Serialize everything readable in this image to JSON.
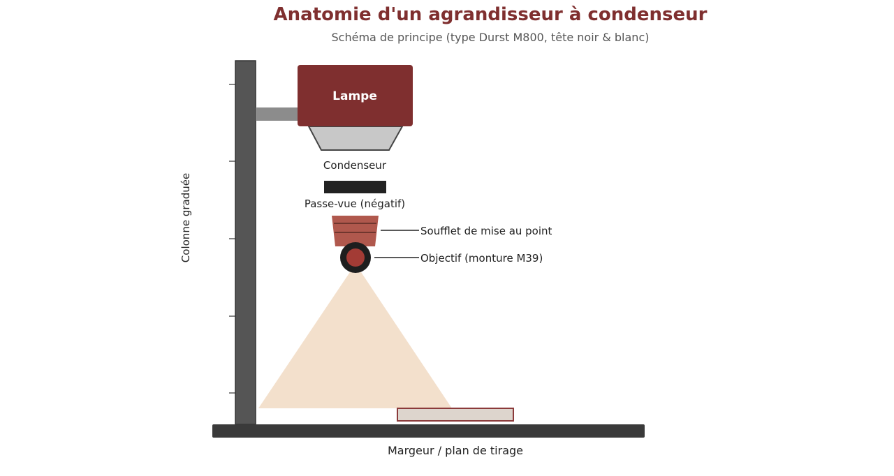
{
  "title": "Anatomie d'un agrandisseur à condenseur",
  "subtitle": "Schéma de principe (type Durst M800, tête noir & blanc)",
  "labels": {
    "lamp": "Lampe",
    "condenser": "Condenseur",
    "negative_carrier": "Passe-vue (négatif)",
    "bellows": "Soufflet de mise au point",
    "lens": "Objectif (monture M39)",
    "column": "Colonne graduée",
    "easel": "Margeur / plan de tirage"
  },
  "colors": {
    "title": "#7f2f2f",
    "lamp_housing": "#7f2f2f",
    "bellows": "#b0584d",
    "light_cone": "#f3e0cc",
    "column": "#555555",
    "baseboard": "#3a3a3a",
    "condenser": "#c8c8c8",
    "easel_border": "#8b3a3a",
    "easel_fill": "#ddd5cd"
  }
}
